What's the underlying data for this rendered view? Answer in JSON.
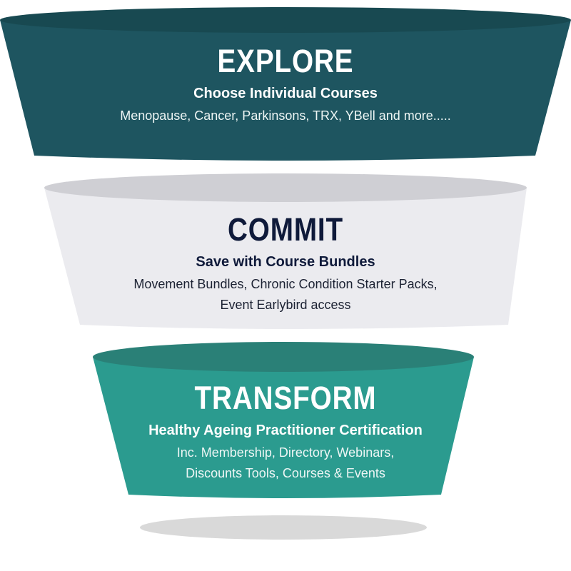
{
  "colors": {
    "explore_body": "#1e5560",
    "explore_top": "#184951",
    "commit_body": "#ebebef",
    "commit_top": "#cfcfd4",
    "transform_body": "#2b9b8f",
    "transform_top": "#2a8077",
    "shadow": "#d9d9d9"
  },
  "stages": [
    {
      "id": "explore",
      "title": "EXPLORE",
      "subtitle": "Choose Individual Courses",
      "detail_lines": [
        "Menopause, Cancer, Parkinsons, TRX, YBell and more....."
      ]
    },
    {
      "id": "commit",
      "title": "COMMIT",
      "subtitle": "Save with Course Bundles",
      "detail_lines": [
        "Movement Bundles, Chronic Condition Starter Packs,",
        "Event Earlybird access"
      ]
    },
    {
      "id": "transform",
      "title": "TRANSFORM",
      "subtitle": "Healthy Ageing Practitioner Certification",
      "detail_lines": [
        "Inc. Membership, Directory, Webinars,",
        "Discounts Tools, Courses & Events"
      ]
    }
  ]
}
